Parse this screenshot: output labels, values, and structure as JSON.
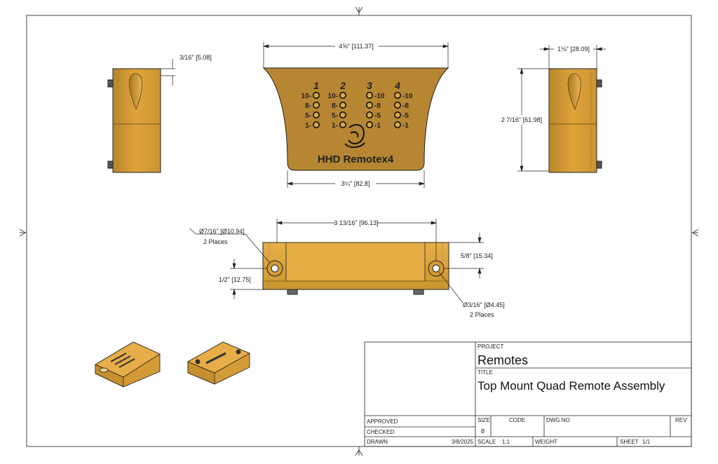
{
  "drawing": {
    "front_view": {
      "top_width": "4⅝\" [111.37]",
      "bottom_width": "3¼\" [82.8]",
      "logo_text": "HHD Remotex4",
      "channels": [
        "1",
        "2",
        "3",
        "4"
      ],
      "levels": [
        "10",
        "8",
        "5",
        "1"
      ]
    },
    "left_view": {
      "offset": "3/16\" [5.08]"
    },
    "right_view": {
      "width": "1⅛\" [28.09]",
      "height": "2 7/16\" [61.98]"
    },
    "bottom_view": {
      "span": "3 13/16\" [96.13]",
      "hole_large": "Ø7/16\" [Ø10.94]",
      "hole_large_note": "2 Places",
      "height": "5/8\" [15.34]",
      "thickness": "1/2\" [12.75]",
      "hole_small": "Ø3/16\" [Ø4.45]",
      "hole_small_note": "2 Places"
    }
  },
  "title_block": {
    "project_label": "PROJECT",
    "project": "Remotes",
    "title_label": "TITLE",
    "title": "Top Mount Quad Remote Assembly",
    "approved_label": "APPROVED",
    "checked_label": "CHECKED",
    "drawn_label": "DRAWN",
    "drawn_date": "3/8/2025",
    "size_label": "SIZE",
    "size": "B",
    "code_label": "CODE",
    "dwg_label": "DWG NO",
    "rev_label": "REV",
    "scale_label": "SCALE",
    "scale": "1:1",
    "weight_label": "WEIGHT",
    "sheet_label": "SHEET",
    "sheet": "1/1"
  },
  "colors": {
    "part_fill": "#e0a33a",
    "part_dark": "#b8862c",
    "part_light": "#f0c064",
    "front_fill": "#b68633",
    "line": "#222222"
  }
}
